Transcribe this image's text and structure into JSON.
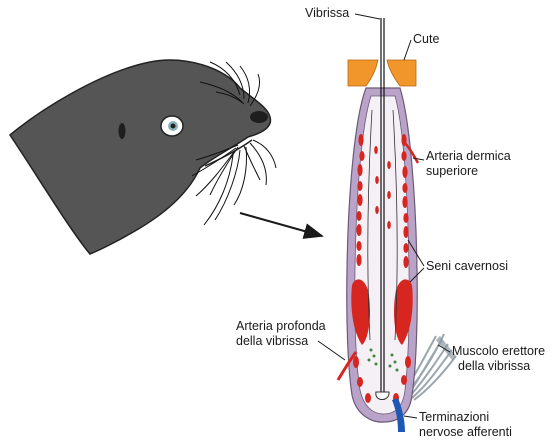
{
  "labels": {
    "vibrissa": "Vibrissa",
    "cute": "Cute",
    "arteria_dermica": [
      "Arteria dermica",
      "superiore"
    ],
    "seni_cavernosi": "Seni cavernosi",
    "arteria_profonda": [
      "Arteria profonda",
      "della vibrissa"
    ],
    "muscolo_erettore": [
      "Muscolo erettore",
      "della vibrissa"
    ],
    "terminazioni": [
      "Terminazioni",
      "nervose afferenti"
    ]
  },
  "colors": {
    "seal_body": "#555555",
    "skin": "#f0962a",
    "capsule": "#b9a3c8",
    "blood": "#d7261f",
    "nerve": "#1f57b5",
    "muscle": "#9aa6ae"
  }
}
